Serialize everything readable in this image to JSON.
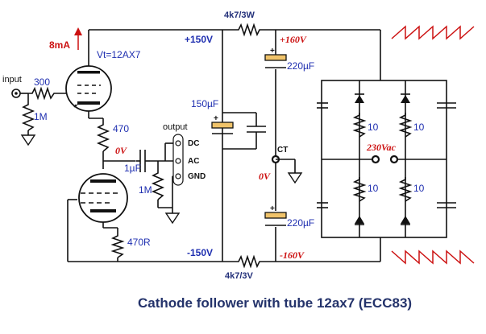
{
  "caption": "Cathode follower with tube 12ax7 (ECC83)",
  "labels": {
    "input": "input",
    "r_input": "300",
    "r_grid": "1M",
    "current": "8mA",
    "tube_vt": "Vt=12AX7",
    "plus150": "+150V",
    "minus150": "-150V",
    "r_470": "470",
    "r_470R": "470R",
    "zero_v_left": "0V",
    "cap_1uf": "1µF",
    "r_1m_out": "1M",
    "output": "output",
    "out_dc": "DC",
    "out_ac": "AC",
    "out_gnd": "GND",
    "r_top": "4k7/3W",
    "r_bottom": "4k7/3V",
    "cap_150": "150µF",
    "plus160": "+160V",
    "minus160": "-160V",
    "cap_220_top": "220µF",
    "cap_220_bottom": "220µF",
    "ct": "CT",
    "zero_v_mid": "0V",
    "ac_in": "230Vac",
    "r10_a": "10",
    "r10_b": "10",
    "r10_c": "10",
    "r10_d": "10"
  },
  "colors": {
    "wire": "#111111",
    "label_blue": "#1f2fb0",
    "label_red": "#cc1111",
    "caption": "#24336b"
  }
}
